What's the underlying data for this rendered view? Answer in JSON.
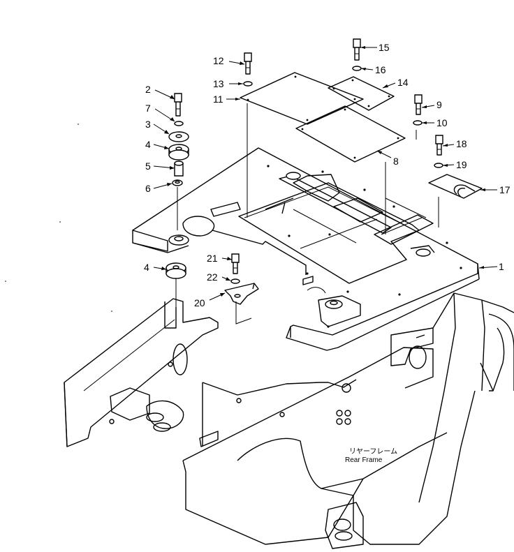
{
  "callouts": [
    {
      "id": "1",
      "label": "1"
    },
    {
      "id": "2",
      "label": "2"
    },
    {
      "id": "3",
      "label": "3"
    },
    {
      "id": "4a",
      "label": "4"
    },
    {
      "id": "4b",
      "label": "4"
    },
    {
      "id": "5",
      "label": "5"
    },
    {
      "id": "6",
      "label": "6"
    },
    {
      "id": "7",
      "label": "7"
    },
    {
      "id": "8",
      "label": "8"
    },
    {
      "id": "9",
      "label": "9"
    },
    {
      "id": "10",
      "label": "10"
    },
    {
      "id": "11",
      "label": "11"
    },
    {
      "id": "12",
      "label": "12"
    },
    {
      "id": "13",
      "label": "13"
    },
    {
      "id": "14",
      "label": "14"
    },
    {
      "id": "15",
      "label": "15"
    },
    {
      "id": "16",
      "label": "16"
    },
    {
      "id": "17",
      "label": "17"
    },
    {
      "id": "18",
      "label": "18"
    },
    {
      "id": "19",
      "label": "19"
    },
    {
      "id": "20",
      "label": "20"
    },
    {
      "id": "21",
      "label": "21"
    },
    {
      "id": "22",
      "label": "22"
    }
  ],
  "frame_label": {
    "japanese": "リヤーフレーム",
    "english": "Rear Frame"
  }
}
